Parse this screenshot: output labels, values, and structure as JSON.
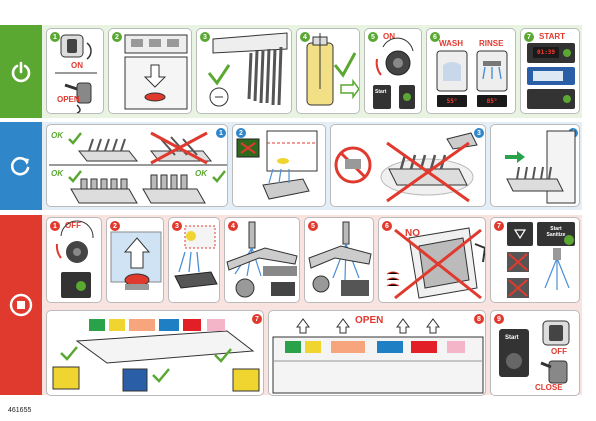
{
  "sections": {
    "start": {
      "icon": "power-icon",
      "color": "#5aa832"
    },
    "during": {
      "icon": "refresh-icon",
      "color": "#2f86c8"
    },
    "end": {
      "icon": "stop-icon",
      "color": "#e03a2f"
    }
  },
  "green_row": [
    {
      "number": "1",
      "label_top": "ON",
      "label_bottom": "OPEN"
    },
    {
      "number": "2"
    },
    {
      "number": "3"
    },
    {
      "number": "4"
    },
    {
      "number": "5",
      "label_top": "ON",
      "button_label": "Start"
    },
    {
      "number": "6",
      "wash_label": "WASH",
      "rinse_label": "RINSE",
      "wash_temp": "55°",
      "rinse_temp": "85°"
    },
    {
      "number": "7",
      "label_top": "START",
      "display": "01:39"
    }
  ],
  "blue_row": [
    {
      "number": "1",
      "ok_label_1": "OK",
      "ok_label_2": "OK",
      "ok_label_3": "OK"
    },
    {
      "number": "2"
    },
    {
      "number": "3"
    },
    {
      "number": "4"
    }
  ],
  "red_row": [
    {
      "number": "1",
      "label_top": "OFF"
    },
    {
      "number": "2"
    },
    {
      "number": "3"
    },
    {
      "number": "4"
    },
    {
      "number": "5"
    },
    {
      "number": "6",
      "label": "NO"
    },
    {
      "number": "7",
      "start_sanitize_label": "Start Sanitize"
    },
    {
      "number": "7"
    },
    {
      "number": "8",
      "label": "OPEN"
    },
    {
      "number": "9",
      "button_label": "Start",
      "label_top": "OFF",
      "label_bottom": "CLOSE"
    }
  ],
  "color_bar": [
    "#2aa24a",
    "#f0d531",
    "#f6a57c",
    "#1f7fc4",
    "#e21e26",
    "#f4b5c8"
  ],
  "document_number": "461655"
}
